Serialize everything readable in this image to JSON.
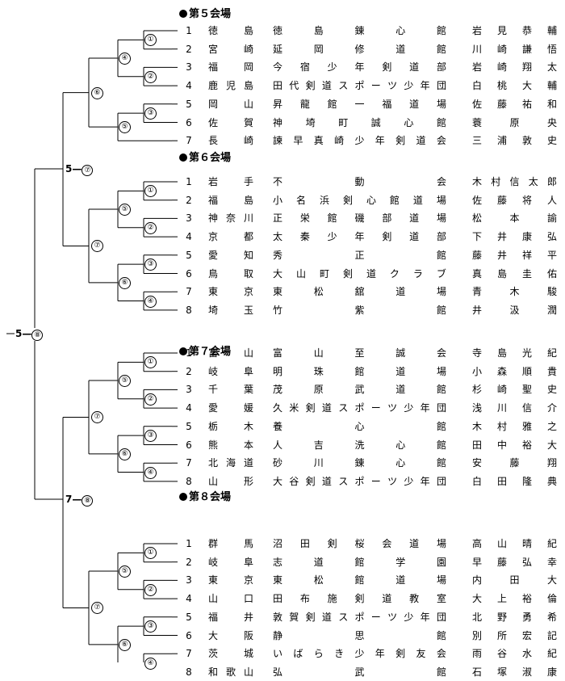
{
  "venues": [
    {
      "title": "第５会場",
      "entries": [
        {
          "num": "1",
          "pref": "徳島",
          "club": "徳島錬心館",
          "player": "岩見恭輔"
        },
        {
          "num": "2",
          "pref": "宮崎",
          "club": "延岡修道館",
          "player": "川崎謙悟"
        },
        {
          "num": "3",
          "pref": "福岡",
          "club": "今宿少年剣道部",
          "player": "岩崎翔太"
        },
        {
          "num": "4",
          "pref": "鹿児島",
          "club": "田代剣道スポーツ少年団",
          "player": "白桃大輔"
        },
        {
          "num": "5",
          "pref": "岡山",
          "club": "昇龍館一福道場",
          "player": "佐藤祐和"
        },
        {
          "num": "6",
          "pref": "佐賀",
          "club": "神埼町誠心館",
          "player": "蓑原央"
        },
        {
          "num": "7",
          "pref": "長崎",
          "club": "諫早真崎少年剣道会",
          "player": "三浦敦史"
        }
      ]
    },
    {
      "title": "第６会場",
      "entries": [
        {
          "num": "1",
          "pref": "岩手",
          "club": "不動会",
          "player": "木村信太郎"
        },
        {
          "num": "2",
          "pref": "福島",
          "club": "小名浜剣心館道場",
          "player": "佐藤将人"
        },
        {
          "num": "3",
          "pref": "神奈川",
          "club": "正栄館磯部道場",
          "player": "松本諭"
        },
        {
          "num": "4",
          "pref": "京都",
          "club": "太秦少年剣道部",
          "player": "下井康弘"
        },
        {
          "num": "5",
          "pref": "愛知",
          "club": "秀正館",
          "player": "藤井祥平"
        },
        {
          "num": "6",
          "pref": "鳥取",
          "club": "大山町剣道クラブ",
          "player": "真島圭佑"
        },
        {
          "num": "7",
          "pref": "東京",
          "club": "東松舘道場",
          "player": "青木駿"
        },
        {
          "num": "8",
          "pref": "埼玉",
          "club": "竹紫館",
          "player": "井汲潤"
        }
      ]
    },
    {
      "title": "第７会場",
      "entries": [
        {
          "num": "1",
          "pref": "富山",
          "club": "富山至誠会",
          "player": "寺島光紀"
        },
        {
          "num": "2",
          "pref": "岐阜",
          "club": "明珠館道場",
          "player": "小森順貴"
        },
        {
          "num": "3",
          "pref": "千葉",
          "club": "茂原武道館",
          "player": "杉崎聖史"
        },
        {
          "num": "4",
          "pref": "愛媛",
          "club": "久米剣道スポーツ少年団",
          "player": "浅川信介"
        },
        {
          "num": "5",
          "pref": "栃木",
          "club": "養心館",
          "player": "木村雅之"
        },
        {
          "num": "6",
          "pref": "熊本",
          "club": "人吉洗心館",
          "player": "田中裕大"
        },
        {
          "num": "7",
          "pref": "北海道",
          "club": "砂川錬心館",
          "player": "安藤翔"
        },
        {
          "num": "8",
          "pref": "山形",
          "club": "大谷剣道スポーツ少年団",
          "player": "白田隆典"
        }
      ]
    },
    {
      "title": "第８会場",
      "entries": [
        {
          "num": "1",
          "pref": "群馬",
          "club": "沼田剣桜会道場",
          "player": "高山晴紀"
        },
        {
          "num": "2",
          "pref": "岐阜",
          "club": "志道館学園",
          "player": "早藤弘幸"
        },
        {
          "num": "3",
          "pref": "東京",
          "club": "東松館道場",
          "player": "内田大"
        },
        {
          "num": "4",
          "pref": "山口",
          "club": "田布施剣道教室",
          "player": "大上裕倫"
        },
        {
          "num": "5",
          "pref": "福井",
          "club": "敦賀剣道スポーツ少年団",
          "player": "北野勇希"
        },
        {
          "num": "6",
          "pref": "大阪",
          "club": "静思館",
          "player": "別所宏記"
        },
        {
          "num": "7",
          "pref": "茨城",
          "club": "いばらき少年剣友会",
          "player": "雨谷水紀"
        },
        {
          "num": "8",
          "pref": "和歌山",
          "club": "弘武館",
          "player": "石塚淑康"
        }
      ]
    }
  ],
  "match_marks": [
    "①",
    "②",
    "③",
    "④",
    "⑤",
    "⑥",
    "⑦"
  ],
  "final_labels": {
    "semi_top": {
      "left": "5",
      "right": "⑦"
    },
    "semi_bottom": {
      "left": "7",
      "right": "⑧"
    },
    "final": {
      "left": "5",
      "right": "⑧"
    },
    "dash": "—"
  }
}
